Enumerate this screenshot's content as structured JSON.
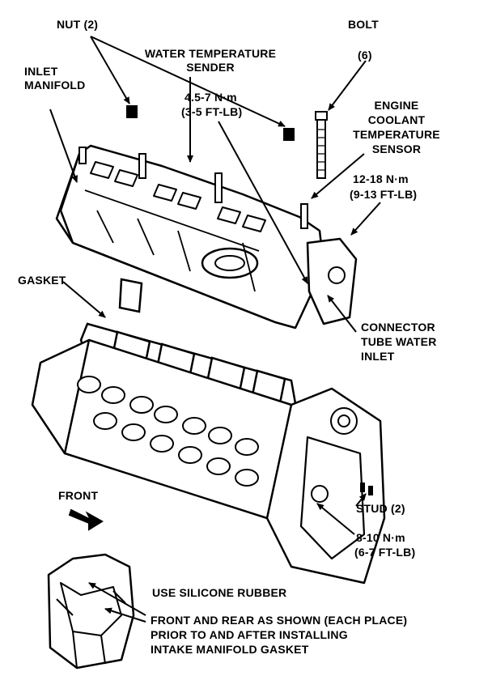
{
  "labels": {
    "nut": "NUT (2)",
    "bolt": "BOLT",
    "bolt_qty": "(6)",
    "water_temp_sender_1": "WATER TEMPERATURE",
    "water_temp_sender_2": "SENDER",
    "inlet_manifold_1": "INLET",
    "inlet_manifold_2": "MANIFOLD",
    "torque_a_1": "4.5-7 N·m",
    "torque_a_2": "(3-5 FT-LB)",
    "ects_1": "ENGINE",
    "ects_2": "COOLANT",
    "ects_3": "TEMPERATURE",
    "ects_4": "SENSOR",
    "torque_b_1": "12-18 N·m",
    "torque_b_2": "(9-13 FT-LB)",
    "gasket": "GASKET",
    "connector_1": "CONNECTOR",
    "connector_2": "TUBE WATER",
    "connector_3": "INLET",
    "front": "FRONT",
    "stud": "STUD (2)",
    "torque_c_1": "8-10 N·m",
    "torque_c_2": "(6-7 FT-LB)",
    "note_1": "USE SILICONE RUBBER",
    "note_2": "FRONT AND REAR AS SHOWN (EACH PLACE)",
    "note_3": "PRIOR TO AND AFTER INSTALLING",
    "note_4": "INTAKE MANIFOLD GASKET"
  },
  "colors": {
    "ink": "#000000",
    "paper": "#ffffff"
  }
}
